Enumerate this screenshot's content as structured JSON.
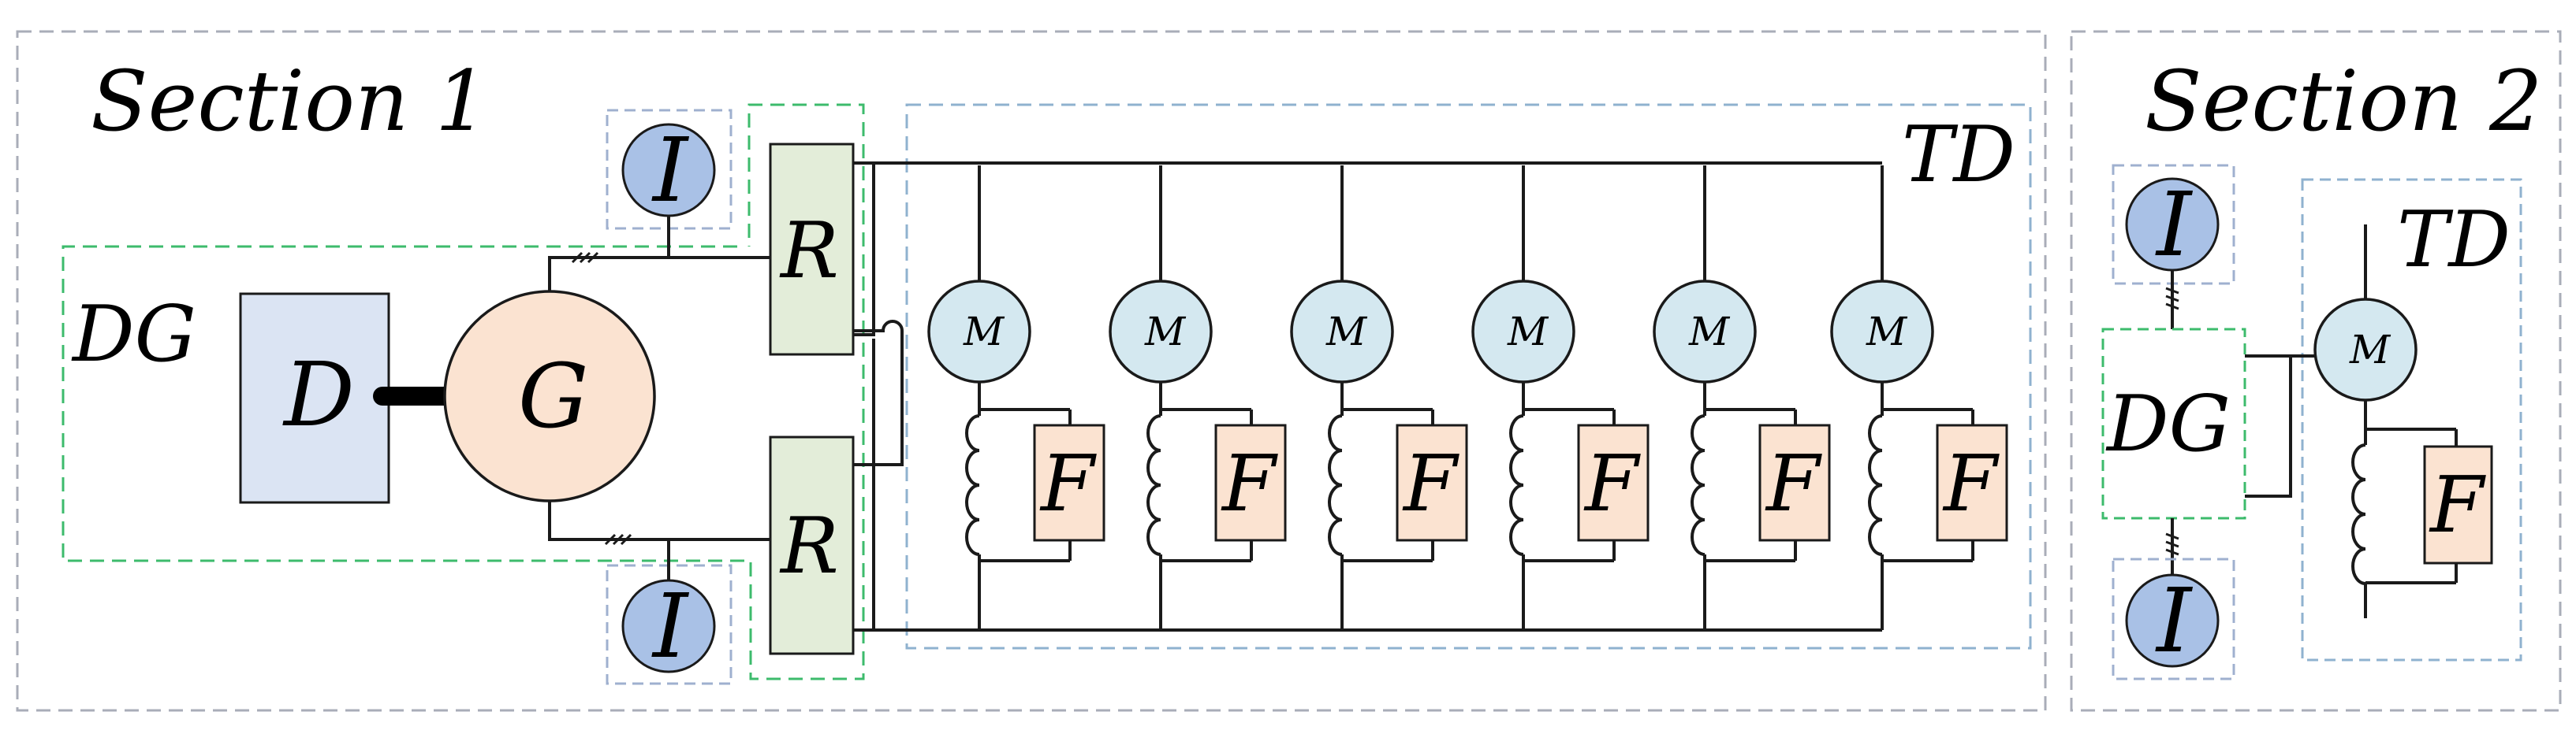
{
  "section1": {
    "title": "Section 1",
    "dg_label": "DG",
    "td_label": "TD",
    "diesel_label": "D",
    "generator_label": "G",
    "rectifier_label": "R",
    "meter_label": "I"
  },
  "section2": {
    "title": "Section 2",
    "dg_label": "DG",
    "td_label": "TD",
    "meter_label": "I"
  },
  "motor_label": "M",
  "filter_label": "F",
  "motor_count_section1": 6,
  "colors": {
    "section_border": "#a9adb8",
    "dg_border": "#3dbb6c",
    "td_border": "#8fb2cf",
    "meter_border": "#9fb0cf",
    "diesel_fill": "#dbe4f3",
    "generator_fill": "#fbe3d1",
    "rectifier_fill": "#e3edd9",
    "meter_fill": "#a9c1e6",
    "motor_fill": "#d4e8f0",
    "filter_fill": "#fbe3d1"
  }
}
